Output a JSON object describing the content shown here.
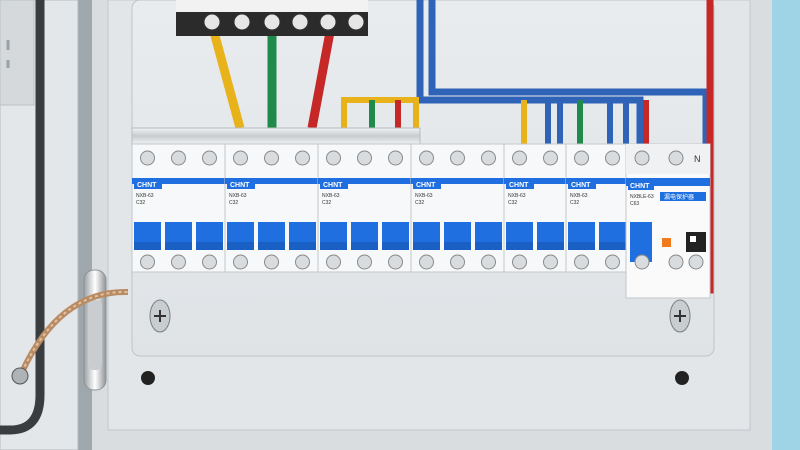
{
  "brand": "CHNT",
  "model_3p": "NXB-63",
  "model_2p": "NXB-63",
  "model_rcd": "NXBLE-63",
  "rating": "C32",
  "rcd_rating": "C63",
  "neutral_mark": "N",
  "rcd_sticker": "漏电保护器",
  "colors": {
    "breaker_blue": "#1f6fe0",
    "wire_yellow": "#e8b21a",
    "wire_green": "#1f8a4a",
    "wire_red": "#c62828",
    "wire_blue": "#2e63b8",
    "rcd_test_orange": "#f07a1c"
  }
}
